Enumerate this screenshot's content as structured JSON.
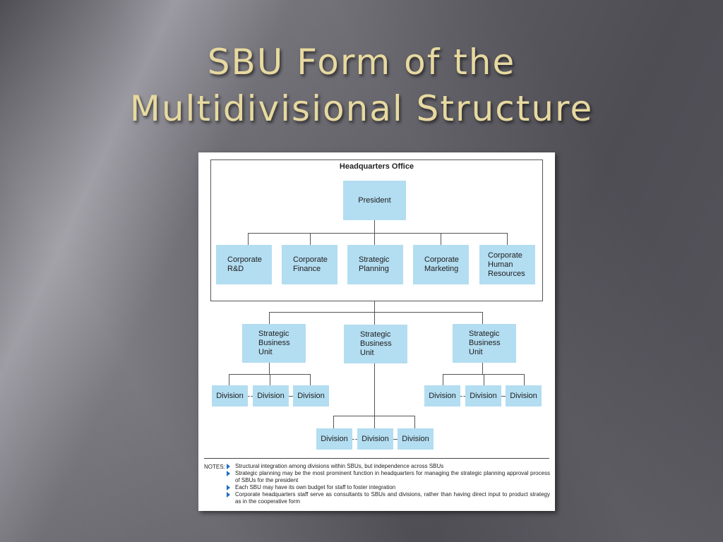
{
  "slide": {
    "title_line1": "SBU Form of the",
    "title_line2": "Multidivisional Structure"
  },
  "diagram": {
    "hq_title": "Headquarters Office",
    "president": "President",
    "departments": [
      "Corporate\nR&D",
      "Corporate\nFinance",
      "Strategic\nPlanning",
      "Corporate\nMarketing",
      "Corporate\nHuman\nResources"
    ],
    "sbu_left": "Strategic\nBusiness\nUnit",
    "sbu_middle": "Strategic\nBusiness\nUnit",
    "sbu_right": "Strategic\nBusiness\nUnit",
    "division": "Division"
  },
  "notes": {
    "label": "NOTES:",
    "items": [
      "Structural integration among divisions within SBUs, but independence across SBUs",
      "Strategic planning may be the most prominent function in headquarters for managing the strategic planning approval process of SBUs for the president",
      "Each SBU may have its own budget for staff to foster integration",
      "Corporate headquarters staff serve as consultants to SBUs and divisions, rather than having direct input to product strategy as in the cooperative form"
    ]
  },
  "colors": {
    "title": "#e7d9a0",
    "box_fill": "#b3ddf1",
    "bullet": "#1f6fc0"
  }
}
